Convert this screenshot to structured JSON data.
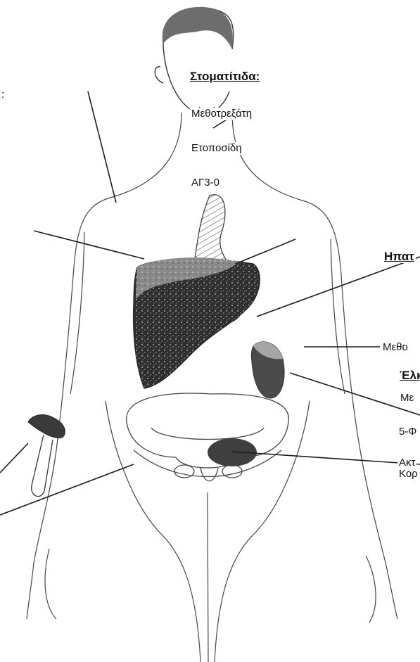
{
  "labels": {
    "stomatitis_header": "Στοματίτιδα:",
    "stomatitis_drugs": [
      "Μεθοτρεξάτη",
      "Ετοποσίδη",
      "ΑΓ3-0"
    ],
    "hepatotoxicity_header_partial": "Ηπατ",
    "liver_drug_partial": "Μεθο",
    "ulcer_header_partial": "Έλκ",
    "ulcer_drugs_partial": [
      "Με",
      "5-Φ",
      "Ακτ",
      "Κορ"
    ],
    "top_left_fragment": ":"
  },
  "colors": {
    "line": "#1a1a1a",
    "organ_dark": "#3a3a3a",
    "organ_mid": "#777777",
    "hatch": "#555555"
  }
}
